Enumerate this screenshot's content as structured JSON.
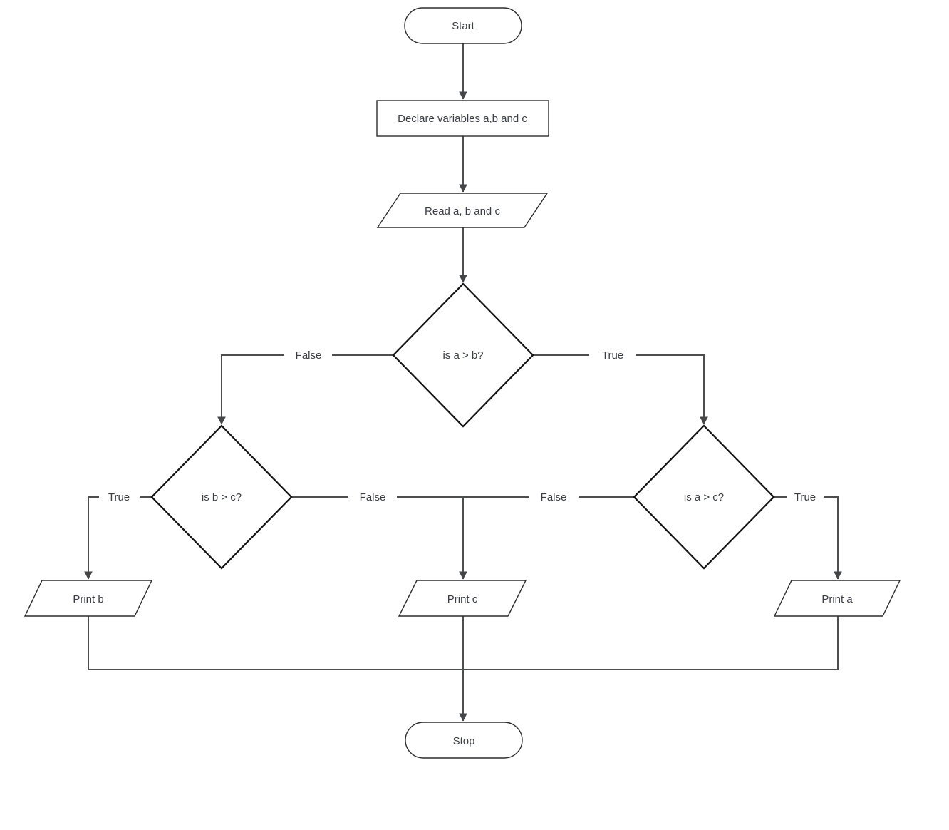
{
  "diagram": {
    "type": "flowchart",
    "nodes": {
      "start": "Start",
      "declare": "Declare variables a,b and c",
      "read": "Read a, b and c",
      "decision_ab": "is a > b?",
      "decision_bc": "is b > c?",
      "decision_ac": "is a > c?",
      "print_b": "Print b",
      "print_c": "Print c",
      "print_a": "Print a",
      "stop": "Stop"
    },
    "edges": {
      "ab_false": "False",
      "ab_true": "True",
      "bc_true": "True",
      "bc_false": "False",
      "ac_false": "False",
      "ac_true": "True"
    },
    "colors": {
      "background": "#ffffff",
      "connector": "#4d4e50",
      "arrowhead": "#454647",
      "shape_border": "#2d2d2d",
      "decision_border": "#141414",
      "text": "#3b3e45"
    }
  }
}
